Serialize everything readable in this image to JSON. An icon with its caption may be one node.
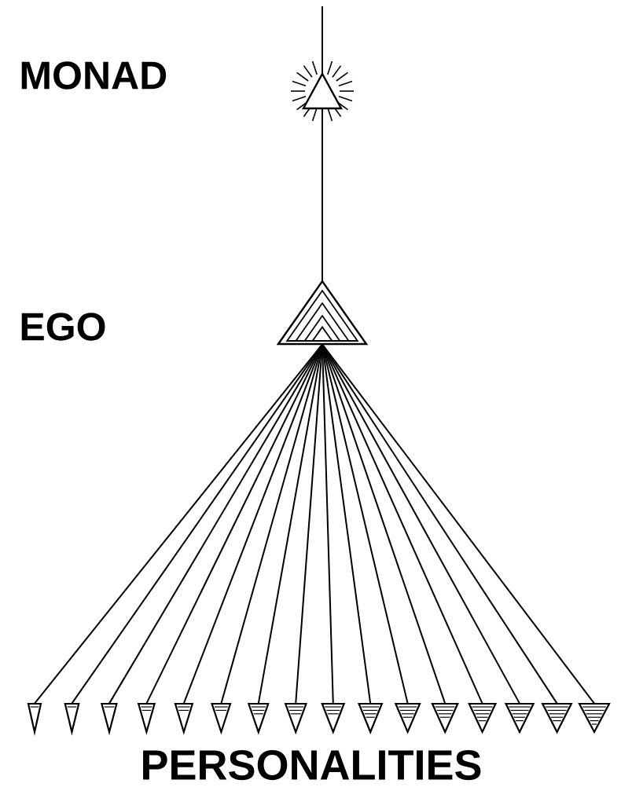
{
  "diagram": {
    "nodes": [
      {
        "text": [],
        "shape": "triangle"
      },
      {
        "text": [],
        "shape": "triangle"
      },
      {
        "text": [],
        "shape": "triangle"
      },
      {
        "text": [],
        "shape": "triangle"
      },
      {
        "text": [],
        "shape": "triangle"
      },
      {
        "text": [],
        "shape": "triangle"
      },
      {
        "text": [],
        "shape": "triangle"
      },
      {
        "text": [],
        "shape": "triangle"
      },
      {
        "text": [],
        "shape": "triangle"
      },
      {
        "text": [],
        "shape": "triangle"
      },
      {
        "text": [],
        "shape": "triangle"
      },
      {
        "text": [],
        "shape": "triangle"
      },
      {
        "text": [],
        "shape": "triangle"
      },
      {
        "text": [],
        "shape": "triangle"
      },
      {
        "text": [],
        "shape": "triangle"
      },
      {
        "text": [],
        "shape": "triangle"
      },
      {
        "text": [],
        "shape": "triangle"
      },
      {
        "text": [],
        "shape": "triangle"
      }
    ],
    "edges": [
      {
        "from": null,
        "to": 0,
        "arrow": "none"
      },
      {
        "from": 0,
        "to": 1,
        "arrow": "none"
      },
      {
        "from": 1,
        "to": 2,
        "arrow": "none"
      },
      {
        "from": 1,
        "to": 3,
        "arrow": "none"
      },
      {
        "from": 1,
        "to": 4,
        "arrow": "none"
      },
      {
        "from": 1,
        "to": 5,
        "arrow": "none"
      },
      {
        "from": 1,
        "to": 6,
        "arrow": "none"
      },
      {
        "from": 1,
        "to": 7,
        "arrow": "none"
      },
      {
        "from": 1,
        "to": 8,
        "arrow": "none"
      },
      {
        "from": 1,
        "to": 9,
        "arrow": "none"
      },
      {
        "from": 1,
        "to": 10,
        "arrow": "none"
      },
      {
        "from": 1,
        "to": 11,
        "arrow": "none"
      },
      {
        "from": 1,
        "to": 12,
        "arrow": "none"
      },
      {
        "from": 1,
        "to": 13,
        "arrow": "none"
      },
      {
        "from": 1,
        "to": 14,
        "arrow": "none"
      },
      {
        "from": 1,
        "to": 15,
        "arrow": "none"
      },
      {
        "from": 1,
        "to": 16,
        "arrow": "none"
      },
      {
        "from": 1,
        "to": 17,
        "arrow": "none"
      }
    ],
    "labels": [
      "MONAD",
      "EGO",
      "PERSONALITIES"
    ]
  }
}
